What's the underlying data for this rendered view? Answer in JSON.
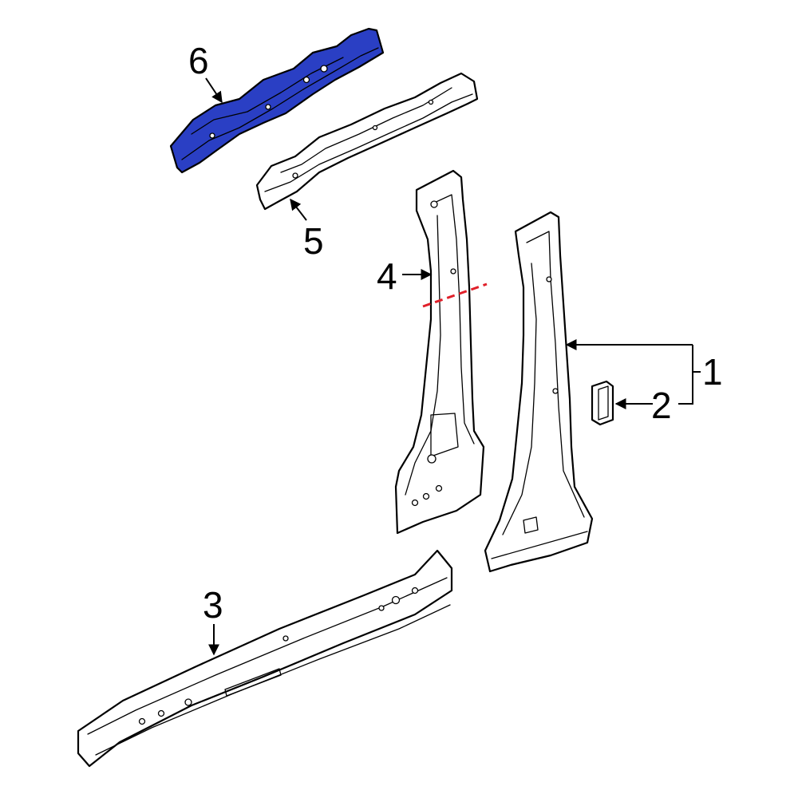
{
  "diagram": {
    "highlight_color": "#2a3fc4",
    "cut_line_color": "#e0202a",
    "callouts": [
      {
        "id": "part-1",
        "label": "1"
      },
      {
        "id": "part-2",
        "label": "2"
      },
      {
        "id": "part-3",
        "label": "3"
      },
      {
        "id": "part-4",
        "label": "4"
      },
      {
        "id": "part-5",
        "label": "5"
      },
      {
        "id": "part-6",
        "label": "6"
      }
    ]
  }
}
